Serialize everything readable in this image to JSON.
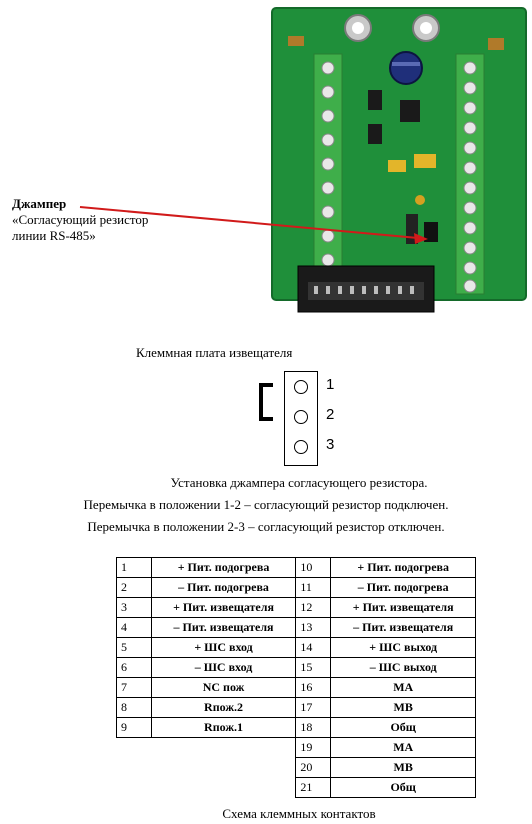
{
  "annotation": {
    "title": "Джампер",
    "line1": "«Согласующий резистор",
    "line2": "линии RS-485»"
  },
  "captions": {
    "board": "Клеммная плата извещателя",
    "jumper_title": "Установка джампера согласующего резистора.",
    "jumper_12": "Перемычка в положении 1-2 – согласующий резистор подключен.",
    "jumper_23": "Перемычка в положении 2-3 – согласующий резистор отключен.",
    "table": "Схема клеммных контактов"
  },
  "pins": [
    "1",
    "2",
    "3"
  ],
  "contacts": [
    {
      "n": "1",
      "label": "+ Пит. подогрева",
      "n2": "10",
      "label2": "+ Пит. подогрева"
    },
    {
      "n": "2",
      "label": "– Пит. подогрева",
      "n2": "11",
      "label2": "– Пит. подогрева"
    },
    {
      "n": "3",
      "label": "+ Пит. извещателя",
      "n2": "12",
      "label2": "+ Пит. извещателя"
    },
    {
      "n": "4",
      "label": "– Пит. извещателя",
      "n2": "13",
      "label2": "– Пит. извещателя"
    },
    {
      "n": "5",
      "label": "+ ШС вход",
      "n2": "14",
      "label2": "+ ШС выход"
    },
    {
      "n": "6",
      "label": "– ШС вход",
      "n2": "15",
      "label2": "– ШС выход"
    },
    {
      "n": "7",
      "label": "NC пож",
      "n2": "16",
      "label2": "МА"
    },
    {
      "n": "8",
      "label": "Rпож.2",
      "n2": "17",
      "label2": "МВ"
    },
    {
      "n": "9",
      "label": "Rпож.1",
      "n2": "18",
      "label2": "Общ"
    },
    {
      "n": "",
      "label": "",
      "n2": "19",
      "label2": "МА"
    },
    {
      "n": "",
      "label": "",
      "n2": "20",
      "label2": "МВ"
    },
    {
      "n": "",
      "label": "",
      "n2": "21",
      "label2": "Общ"
    }
  ],
  "colors": {
    "pcb": "#1f8f3a",
    "terminal": "#3fae4a",
    "arrow": "#d11a1a"
  }
}
